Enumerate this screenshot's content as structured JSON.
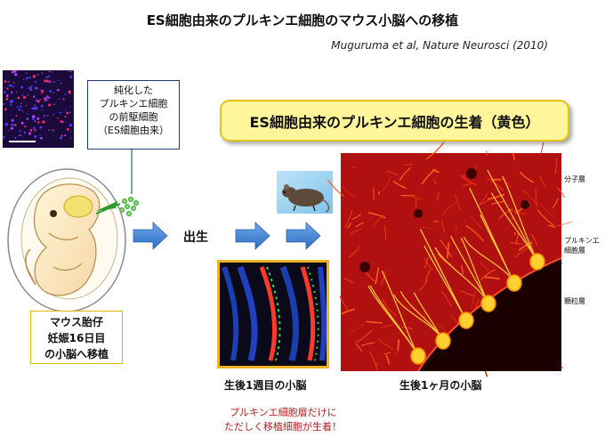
{
  "title": "ES細胞由来のプルキンエ細胞のマウス小脳への移植",
  "citation": "Muguruma et al, Nature Neurosci (2010)",
  "precursor_box": {
    "lines": [
      "純化した",
      "プルキンエ細胞",
      "の前駆細胞",
      "（ES細胞由来）"
    ]
  },
  "banner": "ES細胞由来のプルキンエ細胞の生着（黄色）",
  "embryo_label": {
    "lines": [
      "マウス胎仔",
      "妊娠16日目",
      "の小脳へ移植"
    ]
  },
  "birth_label": "出生",
  "caption_week": "生後1週目の小脳",
  "caption_month": "生後1ヶ月の小脳",
  "layers": {
    "molecular": "分子層",
    "purkinje_line1": "プルキンエ",
    "purkinje_line2": "細胞層",
    "granular": "顆粒層"
  },
  "conclusion": {
    "line1": "プルキンエ細胞層だけに",
    "line2": "ただしく移植細胞が生着！"
  },
  "colors": {
    "arrow": "#3d7fd6",
    "banner_fill": "#fff59a",
    "banner_border": "#e6c21a",
    "label_border": "#e2b700",
    "box_border": "#1f3f66",
    "conclusion_text": "#b32020",
    "micro_red": "#b01010",
    "purkinje_yellow": "#ffd030"
  }
}
